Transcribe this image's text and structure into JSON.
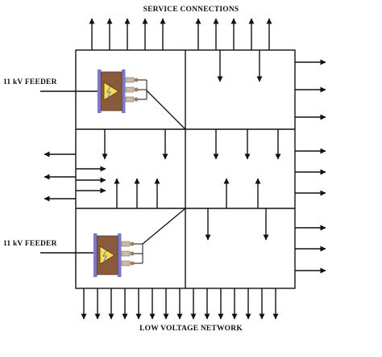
{
  "labels": {
    "service_connections": "SERVICE CONNECTIONS",
    "low_voltage_network": "LOW VOLTAGE NETWORK",
    "feeder_top": "11 kV FEEDER",
    "feeder_bottom": "11 kV FEEDER"
  },
  "colors": {
    "line": "#111111",
    "transformer_core": "#8a5a3c",
    "transformer_plate": "#7b78c8",
    "transformer_symbol": "#f4e04d",
    "bushing": "#cdbba8"
  },
  "icons": {
    "transformer": "transformer-icon"
  }
}
